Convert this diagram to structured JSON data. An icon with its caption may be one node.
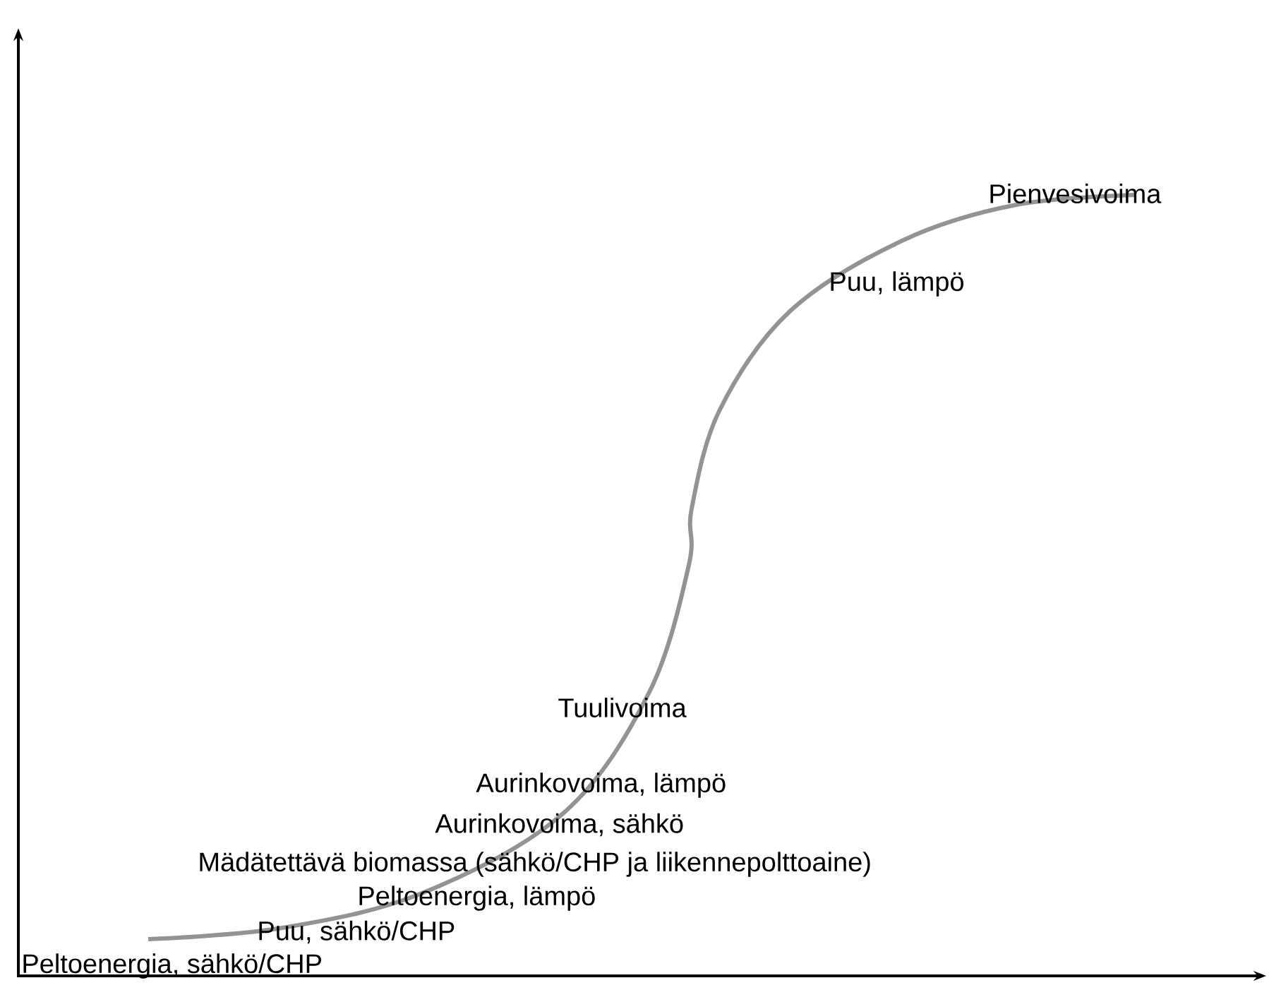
{
  "diagram": {
    "labels": [
      "Pienvesivoima",
      "Puu, lämpö",
      "Tuulivoima",
      "Aurinkovoima, lämpö",
      "Aurinkovoima, sähkö",
      "Mädätettävä biomassa (sähkö/CHP ja liikennepolttoaine)",
      "Peltoenergia, lämpö",
      "Puu, sähkö/CHP",
      "Peltoenergia, sähkö/CHP"
    ]
  }
}
